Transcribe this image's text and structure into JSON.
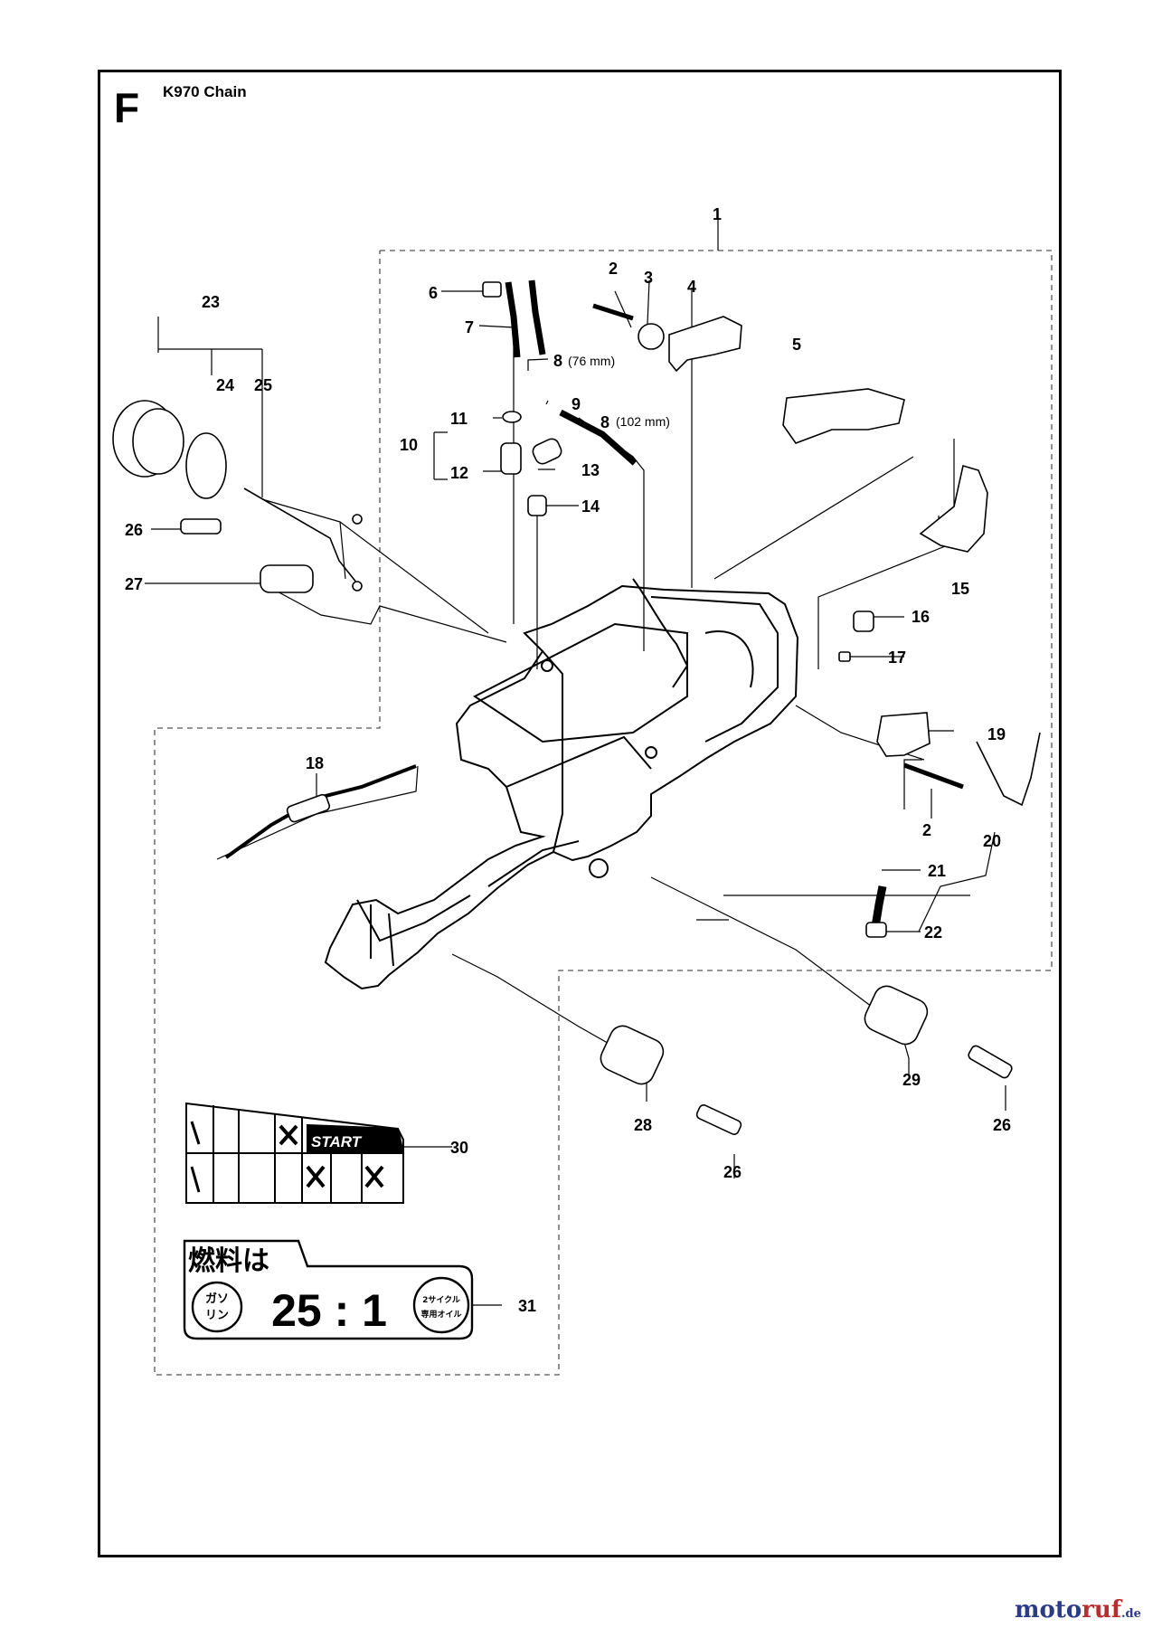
{
  "section_letter": "F",
  "model_title": "K970 Chain",
  "callouts": [
    "1",
    "2",
    "3",
    "4",
    "5",
    "6",
    "7",
    "8",
    "9",
    "8",
    "10",
    "11",
    "12",
    "13",
    "14",
    "15",
    "16",
    "17",
    "18",
    "2",
    "19",
    "20",
    "21",
    "22",
    "23",
    "24",
    "25",
    "26",
    "27",
    "26",
    "28",
    "29",
    "26",
    "30",
    "31"
  ],
  "dimensions": {
    "hose_short": "(76 mm)",
    "hose_long": "(102 mm)"
  },
  "decal_30": {
    "start_label": "START"
  },
  "decal_31": {
    "heading": "燃料は",
    "left_badge": [
      "ガソ",
      "リン"
    ],
    "ratio": "25 : 1",
    "right_badge": [
      "2サイクル",
      "専用オイル"
    ]
  },
  "watermark": {
    "brand_a": "moto",
    "brand_b": "ruf",
    "tld": ".de"
  }
}
